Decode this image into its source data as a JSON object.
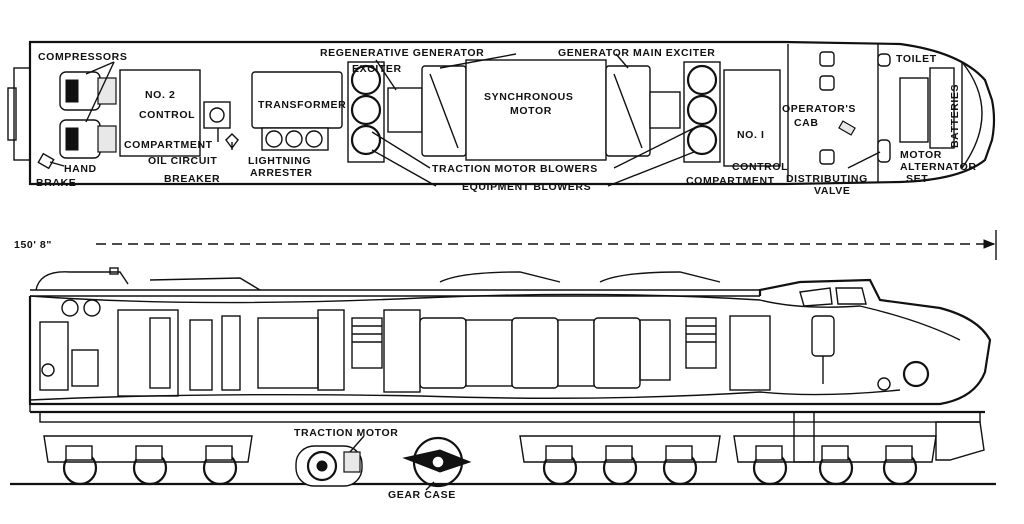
{
  "labels": {
    "compressors": "COMPRESSORS",
    "no2_control_1": "NO. 2",
    "no2_control_2": "CONTROL",
    "compartment": "COMPARTMENT",
    "transformer": "TRANSFORMER",
    "regenerative_generator": "REGENERATIVE GENERATOR",
    "exciter": "EXCITER",
    "synchronous_1": "SYNCHRONOUS",
    "synchronous_2": "MOTOR",
    "generator_main_exciter": "GENERATOR MAIN EXCITER",
    "no1_control_1": "NO. I",
    "no1_control_2": "CONTROL",
    "no1_control_3": "COMPARTMENT",
    "operators_cab_1": "OPERATOR'S",
    "operators_cab_2": "CAB",
    "toilet": "TOILET",
    "batteries": "BATTERIES",
    "hand_brake_1": "HAND",
    "hand_brake_2": "BRAKE",
    "oil_circuit_1": "OIL CIRCUIT",
    "oil_circuit_2": "BREAKER",
    "lightning_1": "LIGHTNING",
    "lightning_2": "ARRESTER",
    "traction_motor_blowers": "TRACTION MOTOR BLOWERS",
    "equipment_blowers": "EQUIPMENT BLOWERS",
    "distributing_1": "DISTRIBUTING",
    "distributing_2": "VALVE",
    "motor_alt_1": "MOTOR",
    "motor_alt_2": "ALTERNATOR",
    "motor_alt_3": "SET",
    "length": "150' 8\"",
    "traction_motor": "TRACTION MOTOR",
    "gear_case": "GEAR CASE"
  }
}
